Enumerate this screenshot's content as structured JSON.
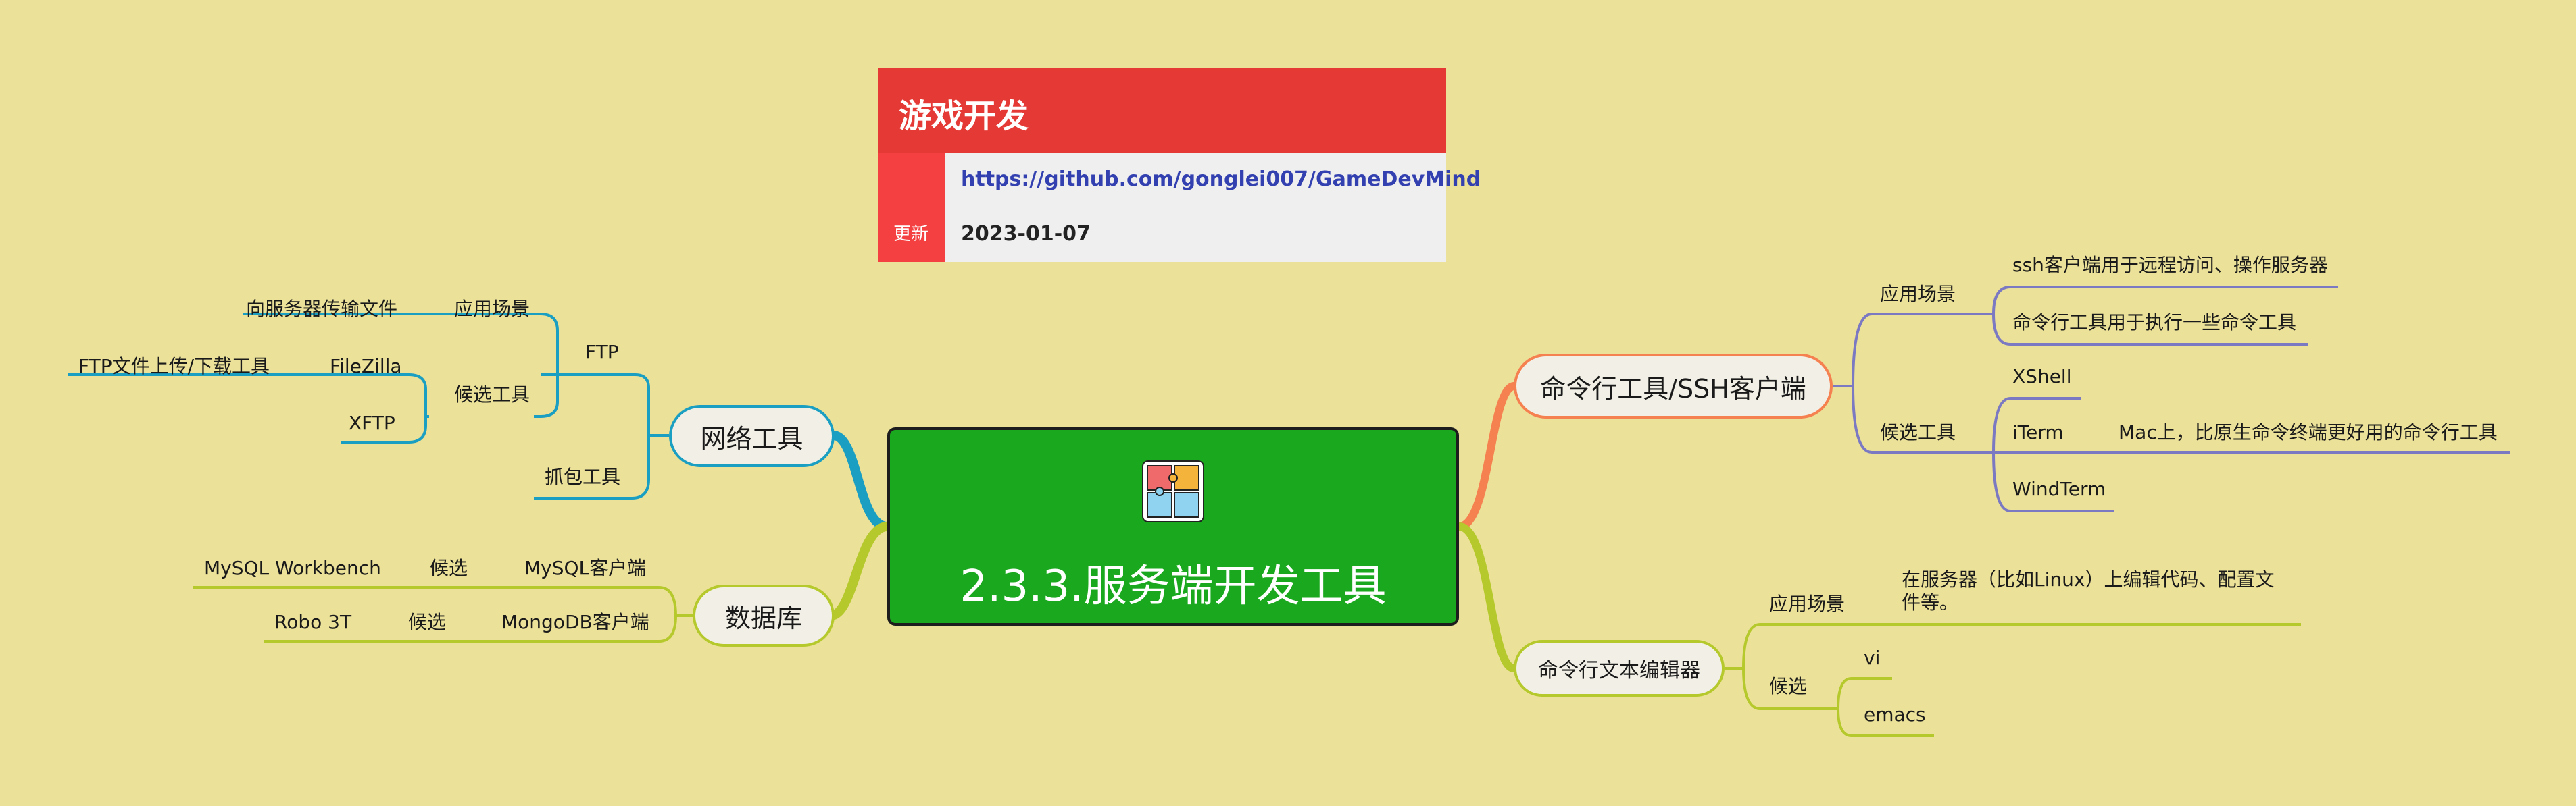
{
  "info_card": {
    "title": "游戏开发",
    "link": "https://github.com/gonglei007/GameDevMind",
    "update_label": "更新",
    "update_date": "2023-01-07"
  },
  "center": {
    "title": "2.3.3.服务端开发工具"
  },
  "network_tools": {
    "label": "网络工具",
    "ftp": {
      "label": "FTP",
      "use_case_label": "应用场景",
      "use_case": "向服务器传输文件",
      "candidates_label": "候选工具",
      "filezilla": "FileZilla",
      "filezilla_note": "FTP文件上传/下载工具",
      "xftp": "XFTP"
    },
    "capture_label": "抓包工具"
  },
  "database": {
    "label": "数据库",
    "mysql_client": "MySQL客户端",
    "mysql_candidate_label": "候选",
    "mysql_workbench": "MySQL Workbench",
    "mongodb_client": "MongoDB客户端",
    "mongodb_candidate_label": "候选",
    "robo3t": "Robo 3T"
  },
  "ssh_tools": {
    "label": "命令行工具/SSH客户端",
    "use_case_label": "应用场景",
    "use_case_1": "ssh客户端用于远程访问、操作服务器",
    "use_case_2": "命令行工具用于执行一些命令工具",
    "candidates_label": "候选工具",
    "xshell": "XShell",
    "iterm": "iTerm",
    "iterm_note": "Mac上，比原生命令终端更好用的命令行工具",
    "windterm": "WindTerm"
  },
  "editors": {
    "label": "命令行文本编辑器",
    "use_case_label": "应用场景",
    "use_case": "在服务器（比如Linux）上编辑代码、配置文件等。",
    "candidates_label": "候选",
    "vi": "vi",
    "emacs": "emacs"
  },
  "colors": {
    "background": "#ebe199",
    "center_fill": "#1aa81e",
    "network_branch": "#1a9ec2",
    "database_branch": "#b5c92c",
    "ssh_branch": "#f58050",
    "ssh_children": "#7b79c2",
    "editor_branch": "#b5c92c",
    "card_header": "#e53935",
    "card_link": "#3340b0"
  }
}
